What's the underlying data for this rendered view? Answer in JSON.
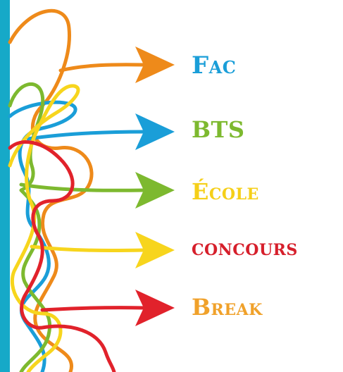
{
  "labels": {
    "fac": "Fac",
    "bts": "BTS",
    "ecole": "École",
    "concours": "concours",
    "break": "Break"
  },
  "colors": {
    "side_bar": "#16a9c8",
    "orange": "#ee8a1a",
    "blue": "#1a9ed8",
    "green": "#7db92f",
    "yellow": "#f7d51d",
    "red": "#e1222b",
    "fac_text": "#1a9ed8",
    "bts_text": "#7db92f",
    "ecole_text": "#f5cf18",
    "concours_text": "#d61f2b",
    "break_text": "#f0a12a"
  },
  "icons": [
    "arrow-orange-icon",
    "arrow-blue-icon",
    "arrow-green-icon",
    "arrow-yellow-icon",
    "arrow-red-icon"
  ]
}
